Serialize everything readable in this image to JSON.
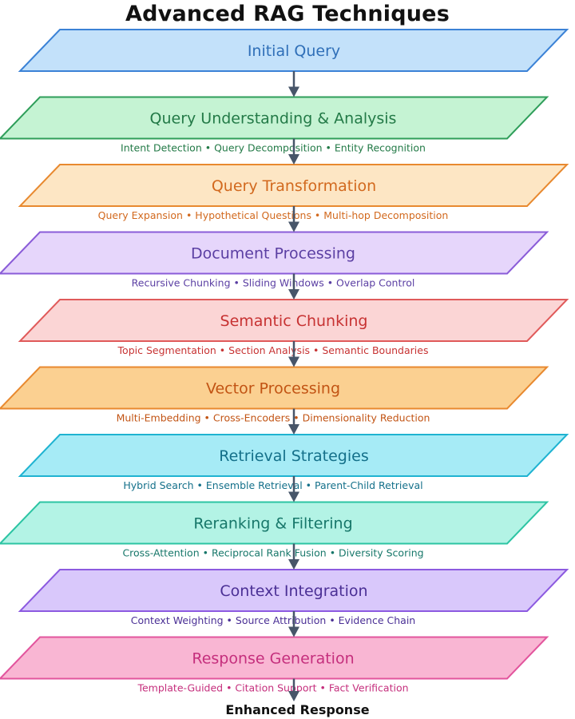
{
  "title": "Advanced RAG Techniques",
  "steps": [
    {
      "label": "Initial Query",
      "details": "",
      "fill": "#c3e1fa",
      "stroke": "#3b82d6",
      "text": "#2f6fb8"
    },
    {
      "label": "Query Understanding & Analysis",
      "details": "Intent Detection • Query Decomposition • Entity Recognition",
      "fill": "#c5f3d3",
      "stroke": "#2f9e5a",
      "text": "#237a47"
    },
    {
      "label": "Query Transformation",
      "details": "Query Expansion • Hypothetical Questions • Multi-hop Decomposition",
      "fill": "#fde6c4",
      "stroke": "#e8892f",
      "text": "#d2691e"
    },
    {
      "label": "Document Processing",
      "details": "Recursive Chunking • Sliding Windows • Overlap Control",
      "fill": "#e6d6fb",
      "stroke": "#8a5cd8",
      "text": "#5b3fa3"
    },
    {
      "label": "Semantic Chunking",
      "details": "Topic Segmentation • Section Analysis • Semantic Boundaries",
      "fill": "#fbd5d5",
      "stroke": "#e05a5a",
      "text": "#c73232"
    },
    {
      "label": "Vector Processing",
      "details": "Multi-Embedding • Cross-Encoders • Dimensionality Reduction",
      "fill": "#fbd091",
      "stroke": "#e8892f",
      "text": "#c25414"
    },
    {
      "label": "Retrieval Strategies",
      "details": "Hybrid Search • Ensemble Retrieval • Parent-Child Retrieval",
      "fill": "#a6ebf6",
      "stroke": "#1fb3d1",
      "text": "#14708a"
    },
    {
      "label": "Reranking & Filtering",
      "details": "Cross-Attention • Reciprocal Rank Fusion • Diversity Scoring",
      "fill": "#b3f3e5",
      "stroke": "#2cc4a3",
      "text": "#17776a"
    },
    {
      "label": "Context Integration",
      "details": "Context Weighting • Source Attribution • Evidence Chain",
      "fill": "#d9c8fb",
      "stroke": "#8c5ae0",
      "text": "#4a2f95"
    },
    {
      "label": "Response Generation",
      "details": "Template-Guided • Citation Support • Fact Verification",
      "fill": "#f9b6d3",
      "stroke": "#e2559d",
      "text": "#c52f7d"
    }
  ],
  "final_output": "Enhanced Response",
  "arrow_color": "#475569"
}
